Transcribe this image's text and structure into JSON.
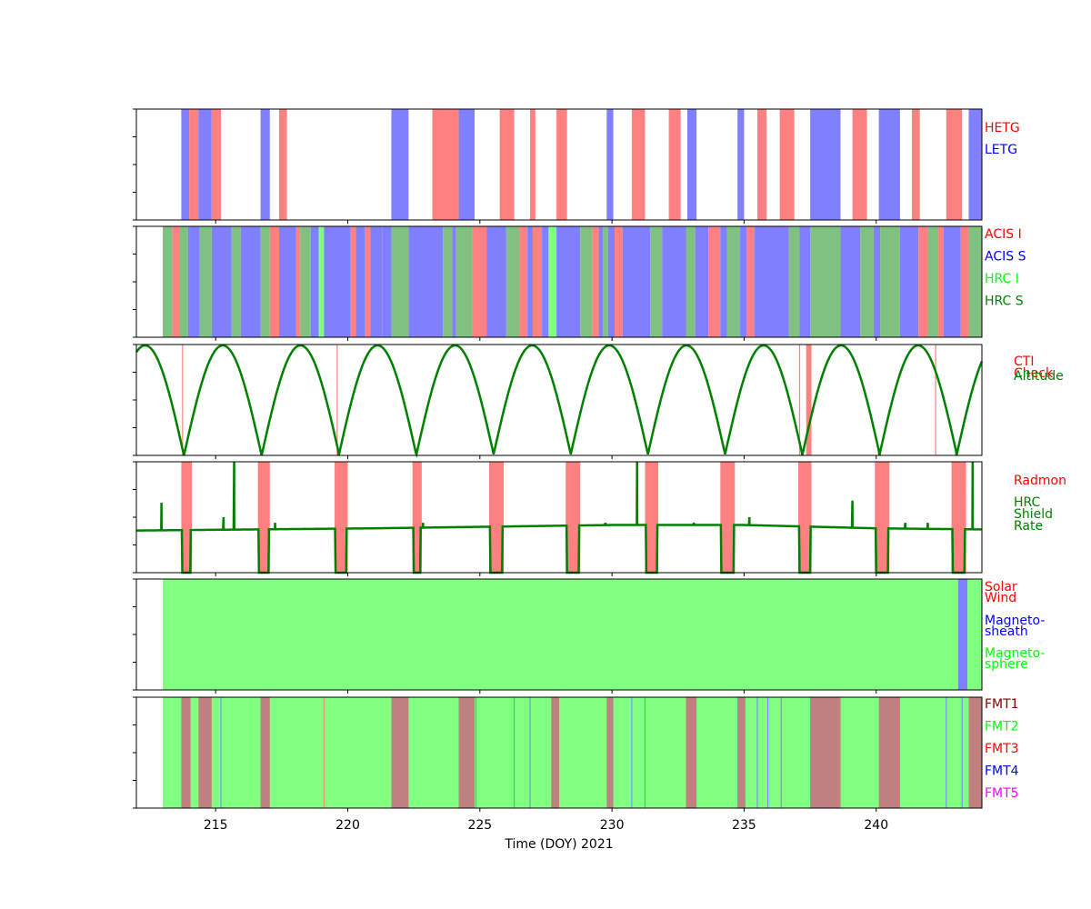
{
  "chart_data": {
    "type": "timeline",
    "xlabel": "Time (DOY) 2021",
    "xlim": [
      212.0,
      244.0
    ],
    "xticks": [
      215,
      220,
      225,
      230,
      235,
      240
    ],
    "panels": [
      {
        "id": "grating",
        "legend": [
          {
            "label": "HETG",
            "color": "#ff0000"
          },
          {
            "label": "LETG",
            "color": "#0000ff"
          }
        ],
        "bands": [
          {
            "start": 213.7,
            "end": 214.0,
            "series": "LETG"
          },
          {
            "start": 214.0,
            "end": 214.35,
            "series": "HETG"
          },
          {
            "start": 214.35,
            "end": 214.85,
            "series": "LETG"
          },
          {
            "start": 214.85,
            "end": 215.2,
            "series": "HETG"
          },
          {
            "start": 216.7,
            "end": 217.05,
            "series": "LETG"
          },
          {
            "start": 217.4,
            "end": 217.7,
            "series": "HETG"
          },
          {
            "start": 221.65,
            "end": 222.3,
            "series": "LETG"
          },
          {
            "start": 223.2,
            "end": 224.2,
            "series": "HETG"
          },
          {
            "start": 224.2,
            "end": 224.8,
            "series": "LETG"
          },
          {
            "start": 225.75,
            "end": 226.3,
            "series": "HETG"
          },
          {
            "start": 226.9,
            "end": 227.1,
            "series": "HETG"
          },
          {
            "start": 227.9,
            "end": 228.3,
            "series": "HETG"
          },
          {
            "start": 229.8,
            "end": 230.05,
            "series": "LETG"
          },
          {
            "start": 230.75,
            "end": 231.25,
            "series": "HETG"
          },
          {
            "start": 232.15,
            "end": 232.6,
            "series": "HETG"
          },
          {
            "start": 232.85,
            "end": 233.2,
            "series": "LETG"
          },
          {
            "start": 234.75,
            "end": 235.0,
            "series": "LETG"
          },
          {
            "start": 235.5,
            "end": 235.85,
            "series": "HETG"
          },
          {
            "start": 236.35,
            "end": 236.9,
            "series": "HETG"
          },
          {
            "start": 237.5,
            "end": 238.65,
            "series": "LETG"
          },
          {
            "start": 239.1,
            "end": 239.65,
            "series": "HETG"
          },
          {
            "start": 240.1,
            "end": 240.9,
            "series": "LETG"
          },
          {
            "start": 241.35,
            "end": 241.65,
            "series": "HETG"
          },
          {
            "start": 242.65,
            "end": 243.25,
            "series": "HETG"
          },
          {
            "start": 243.5,
            "end": 244.0,
            "series": "LETG"
          }
        ]
      },
      {
        "id": "instrument",
        "legend": [
          {
            "label": "ACIS I",
            "color": "#ff0000"
          },
          {
            "label": "ACIS S",
            "color": "#0000ff"
          },
          {
            "label": "HRC I",
            "color": "#00ff00"
          },
          {
            "label": "HRC S",
            "color": "#008000"
          }
        ],
        "bands": [
          {
            "start": 213.0,
            "end": 213.35,
            "series": "HRC S"
          },
          {
            "start": 213.35,
            "end": 213.65,
            "series": "ACIS I"
          },
          {
            "start": 213.65,
            "end": 213.95,
            "series": "HRC S"
          },
          {
            "start": 213.95,
            "end": 214.05,
            "series": "ACIS S"
          },
          {
            "start": 214.05,
            "end": 214.4,
            "series": "ACIS S"
          },
          {
            "start": 214.4,
            "end": 214.85,
            "series": "HRC S"
          },
          {
            "start": 214.85,
            "end": 215.6,
            "series": "ACIS S"
          },
          {
            "start": 215.6,
            "end": 215.95,
            "series": "HRC S"
          },
          {
            "start": 215.95,
            "end": 216.7,
            "series": "ACIS S"
          },
          {
            "start": 216.7,
            "end": 217.05,
            "series": "HRC S"
          },
          {
            "start": 217.05,
            "end": 217.4,
            "series": "ACIS I"
          },
          {
            "start": 217.4,
            "end": 218.05,
            "series": "ACIS S"
          },
          {
            "start": 218.05,
            "end": 218.2,
            "series": "ACIS I"
          },
          {
            "start": 218.2,
            "end": 218.6,
            "series": "HRC S"
          },
          {
            "start": 218.6,
            "end": 218.9,
            "series": "ACIS S"
          },
          {
            "start": 218.9,
            "end": 219.1,
            "series": "HRC I"
          },
          {
            "start": 219.1,
            "end": 220.1,
            "series": "ACIS S"
          },
          {
            "start": 220.1,
            "end": 220.3,
            "series": "ACIS I"
          },
          {
            "start": 220.3,
            "end": 220.65,
            "series": "ACIS S"
          },
          {
            "start": 220.65,
            "end": 220.85,
            "series": "ACIS I"
          },
          {
            "start": 220.85,
            "end": 221.3,
            "series": "ACIS S"
          },
          {
            "start": 221.3,
            "end": 221.65,
            "series": "ACIS S"
          },
          {
            "start": 221.65,
            "end": 222.3,
            "series": "HRC S"
          },
          {
            "start": 222.3,
            "end": 223.6,
            "series": "ACIS S"
          },
          {
            "start": 223.6,
            "end": 223.95,
            "series": "HRC S"
          },
          {
            "start": 223.95,
            "end": 224.1,
            "series": "ACIS S"
          },
          {
            "start": 224.1,
            "end": 224.7,
            "series": "HRC S"
          },
          {
            "start": 224.7,
            "end": 225.25,
            "series": "ACIS I"
          },
          {
            "start": 225.25,
            "end": 226.0,
            "series": "ACIS S"
          },
          {
            "start": 226.0,
            "end": 226.5,
            "series": "HRC S"
          },
          {
            "start": 226.5,
            "end": 226.8,
            "series": "ACIS I"
          },
          {
            "start": 226.8,
            "end": 227.0,
            "series": "ACIS S"
          },
          {
            "start": 227.0,
            "end": 227.35,
            "series": "ACIS I"
          },
          {
            "start": 227.35,
            "end": 227.6,
            "series": "ACIS S"
          },
          {
            "start": 227.6,
            "end": 227.9,
            "series": "HRC I"
          },
          {
            "start": 227.9,
            "end": 228.8,
            "series": "ACIS S"
          },
          {
            "start": 228.8,
            "end": 229.25,
            "series": "HRC S"
          },
          {
            "start": 229.25,
            "end": 229.5,
            "series": "ACIS I"
          },
          {
            "start": 229.5,
            "end": 229.65,
            "series": "ACIS S"
          },
          {
            "start": 229.65,
            "end": 229.85,
            "series": "HRC S"
          },
          {
            "start": 229.85,
            "end": 230.1,
            "series": "ACIS S"
          },
          {
            "start": 230.1,
            "end": 230.4,
            "series": "ACIS I"
          },
          {
            "start": 230.4,
            "end": 231.45,
            "series": "ACIS S"
          },
          {
            "start": 231.45,
            "end": 231.9,
            "series": "HRC S"
          },
          {
            "start": 231.9,
            "end": 232.8,
            "series": "ACIS S"
          },
          {
            "start": 232.8,
            "end": 233.15,
            "series": "HRC S"
          },
          {
            "start": 233.15,
            "end": 233.65,
            "series": "ACIS S"
          },
          {
            "start": 233.65,
            "end": 234.1,
            "series": "ACIS I"
          },
          {
            "start": 234.1,
            "end": 234.35,
            "series": "ACIS S"
          },
          {
            "start": 234.35,
            "end": 234.85,
            "series": "HRC S"
          },
          {
            "start": 234.85,
            "end": 235.1,
            "series": "ACIS S"
          },
          {
            "start": 235.1,
            "end": 235.4,
            "series": "ACIS I"
          },
          {
            "start": 235.4,
            "end": 236.7,
            "series": "ACIS S"
          },
          {
            "start": 236.7,
            "end": 237.1,
            "series": "HRC S"
          },
          {
            "start": 237.1,
            "end": 237.5,
            "series": "ACIS S"
          },
          {
            "start": 237.5,
            "end": 238.65,
            "series": "HRC S"
          },
          {
            "start": 238.65,
            "end": 239.4,
            "series": "ACIS S"
          },
          {
            "start": 239.4,
            "end": 239.9,
            "series": "HRC S"
          },
          {
            "start": 239.9,
            "end": 240.15,
            "series": "ACIS S"
          },
          {
            "start": 240.15,
            "end": 240.9,
            "series": "HRC S"
          },
          {
            "start": 240.9,
            "end": 241.6,
            "series": "ACIS S"
          },
          {
            "start": 241.6,
            "end": 241.95,
            "series": "ACIS I"
          },
          {
            "start": 241.95,
            "end": 242.35,
            "series": "HRC S"
          },
          {
            "start": 242.35,
            "end": 242.55,
            "series": "ACIS I"
          },
          {
            "start": 242.55,
            "end": 243.2,
            "series": "ACIS S"
          },
          {
            "start": 243.2,
            "end": 243.5,
            "series": "ACIS I"
          },
          {
            "start": 243.5,
            "end": 244.0,
            "series": "HRC S"
          }
        ]
      },
      {
        "id": "altitude",
        "legend": [
          {
            "label": "CTI\nCheck",
            "color": "#ff0000"
          },
          {
            "label": "Altitude",
            "color": "#008000"
          }
        ],
        "cti_marks": [
          213.75,
          219.6,
          237.1,
          237.4,
          242.25
        ],
        "cti_bands": [
          {
            "start": 237.35,
            "end": 237.55
          }
        ],
        "perigees": [
          213.8,
          216.74,
          219.66,
          222.59,
          225.51,
          228.43,
          231.35,
          234.27,
          237.2,
          240.12,
          243.04
        ],
        "apogee_value": 1.0,
        "perigee_value": 0.0
      },
      {
        "id": "radiation",
        "legend": [
          {
            "label": "Radmon",
            "color": "#ff0000"
          },
          {
            "label": "HRC\nShield\nRate",
            "color": "#008000"
          }
        ],
        "radmon_bands": [
          {
            "start": 213.7,
            "end": 214.1
          },
          {
            "start": 216.6,
            "end": 217.05
          },
          {
            "start": 219.5,
            "end": 220.0
          },
          {
            "start": 222.45,
            "end": 222.8
          },
          {
            "start": 225.35,
            "end": 225.9
          },
          {
            "start": 228.25,
            "end": 228.8
          },
          {
            "start": 231.25,
            "end": 231.75
          },
          {
            "start": 234.1,
            "end": 234.65
          },
          {
            "start": 237.05,
            "end": 237.55
          },
          {
            "start": 239.95,
            "end": 240.5
          },
          {
            "start": 242.85,
            "end": 243.4
          }
        ],
        "shield_rate": {
          "baseline": [
            {
              "x": 212.0,
              "y": 0.38
            },
            {
              "x": 221.0,
              "y": 0.4
            },
            {
              "x": 230.0,
              "y": 0.43
            },
            {
              "x": 235.0,
              "y": 0.43
            },
            {
              "x": 240.0,
              "y": 0.4
            },
            {
              "x": 244.0,
              "y": 0.39
            }
          ],
          "dropouts": [
            {
              "start": 213.7,
              "end": 214.1
            },
            {
              "start": 216.6,
              "end": 217.05
            },
            {
              "start": 219.5,
              "end": 220.0
            },
            {
              "start": 222.45,
              "end": 222.8
            },
            {
              "start": 225.35,
              "end": 225.9
            },
            {
              "start": 228.25,
              "end": 228.8
            },
            {
              "start": 231.25,
              "end": 231.75
            },
            {
              "start": 234.1,
              "end": 234.65
            },
            {
              "start": 237.05,
              "end": 237.55
            },
            {
              "start": 239.95,
              "end": 240.5
            },
            {
              "start": 242.85,
              "end": 243.4
            }
          ],
          "spikes": [
            {
              "x": 212.95,
              "y": 0.63
            },
            {
              "x": 215.3,
              "y": 0.5
            },
            {
              "x": 215.7,
              "y": 1.0
            },
            {
              "x": 217.25,
              "y": 0.45
            },
            {
              "x": 222.85,
              "y": 0.45
            },
            {
              "x": 229.75,
              "y": 0.45
            },
            {
              "x": 230.95,
              "y": 1.0
            },
            {
              "x": 233.1,
              "y": 0.45
            },
            {
              "x": 235.2,
              "y": 0.5
            },
            {
              "x": 239.1,
              "y": 0.65
            },
            {
              "x": 241.1,
              "y": 0.45
            },
            {
              "x": 241.95,
              "y": 0.45
            },
            {
              "x": 243.65,
              "y": 1.0
            }
          ]
        }
      },
      {
        "id": "environment",
        "legend": [
          {
            "label": "Solar\nWind",
            "color": "#ff0000"
          },
          {
            "label": "Magneto-\nsheath",
            "color": "#0000ff"
          },
          {
            "label": "Magneto-\nsphere",
            "color": "#00ff00"
          }
        ],
        "bands": [
          {
            "start": 213.0,
            "end": 243.1,
            "series": "Magneto-\nsphere"
          },
          {
            "start": 243.1,
            "end": 243.45,
            "series": "Magneto-\nsheath"
          },
          {
            "start": 243.45,
            "end": 244.0,
            "series": "Magneto-\nsphere"
          }
        ]
      },
      {
        "id": "fmt",
        "legend": [
          {
            "label": "FMT1",
            "color": "#800000"
          },
          {
            "label": "FMT2",
            "color": "#00ff00"
          },
          {
            "label": "FMT3",
            "color": "#ff0000"
          },
          {
            "label": "FMT4",
            "color": "#0000ff"
          },
          {
            "label": "FMT5",
            "color": "#ff00ff"
          }
        ],
        "base": {
          "start": 213.0,
          "end": 244.0,
          "series": "FMT2"
        },
        "bands": [
          {
            "start": 213.7,
            "end": 214.05,
            "series": "FMT1"
          },
          {
            "start": 214.35,
            "end": 214.85,
            "series": "FMT1"
          },
          {
            "start": 216.7,
            "end": 217.05,
            "series": "FMT1"
          },
          {
            "start": 221.65,
            "end": 222.3,
            "series": "FMT1"
          },
          {
            "start": 224.2,
            "end": 224.8,
            "series": "FMT1"
          },
          {
            "start": 227.7,
            "end": 228.0,
            "series": "FMT1"
          },
          {
            "start": 229.8,
            "end": 230.05,
            "series": "FMT1"
          },
          {
            "start": 232.8,
            "end": 233.2,
            "series": "FMT1"
          },
          {
            "start": 234.75,
            "end": 235.05,
            "series": "FMT1"
          },
          {
            "start": 237.5,
            "end": 238.65,
            "series": "FMT1"
          },
          {
            "start": 240.1,
            "end": 240.9,
            "series": "FMT1"
          },
          {
            "start": 243.5,
            "end": 244.0,
            "series": "FMT1"
          }
        ],
        "thin_lines": [
          {
            "x": 215.2,
            "series": "FMT4"
          },
          {
            "x": 219.1,
            "series": "FMT3"
          },
          {
            "x": 224.85,
            "series": "FMT4"
          },
          {
            "x": 226.3,
            "series": "FMT4"
          },
          {
            "x": 226.9,
            "series": "FMT4"
          },
          {
            "x": 230.75,
            "series": "FMT4"
          },
          {
            "x": 231.25,
            "series": "FMT4"
          },
          {
            "x": 235.5,
            "series": "FMT4"
          },
          {
            "x": 235.9,
            "series": "FMT4"
          },
          {
            "x": 236.4,
            "series": "FMT4"
          },
          {
            "x": 242.65,
            "series": "FMT4"
          },
          {
            "x": 243.25,
            "series": "FMT4"
          }
        ]
      }
    ]
  }
}
